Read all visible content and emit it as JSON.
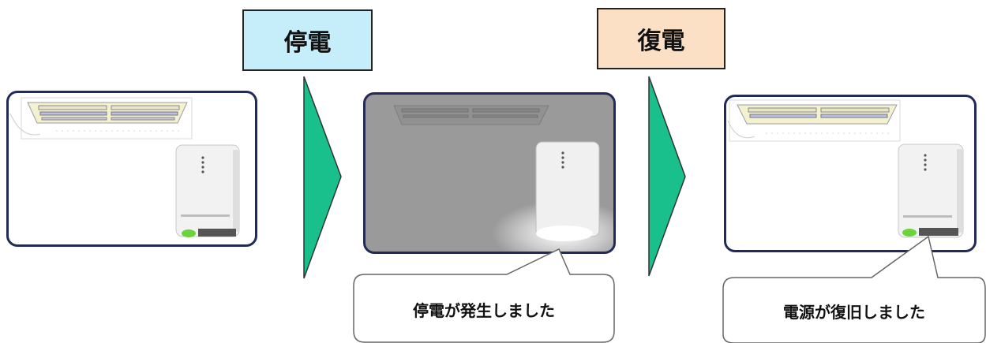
{
  "labels": {
    "power_outage": "停電",
    "power_restored": "復電"
  },
  "callouts": {
    "outage_message": "停電が発生しました",
    "restored_message": "電源が復旧しました"
  },
  "colors": {
    "outage_label_bg": "#c6eefa",
    "restored_label_bg": "#fbe0c6",
    "arrow_fill": "#19c08c",
    "panel_border": "#222a5a",
    "dark_panel_bg": "#9a9a9a",
    "status_led": "#6cd43a"
  }
}
